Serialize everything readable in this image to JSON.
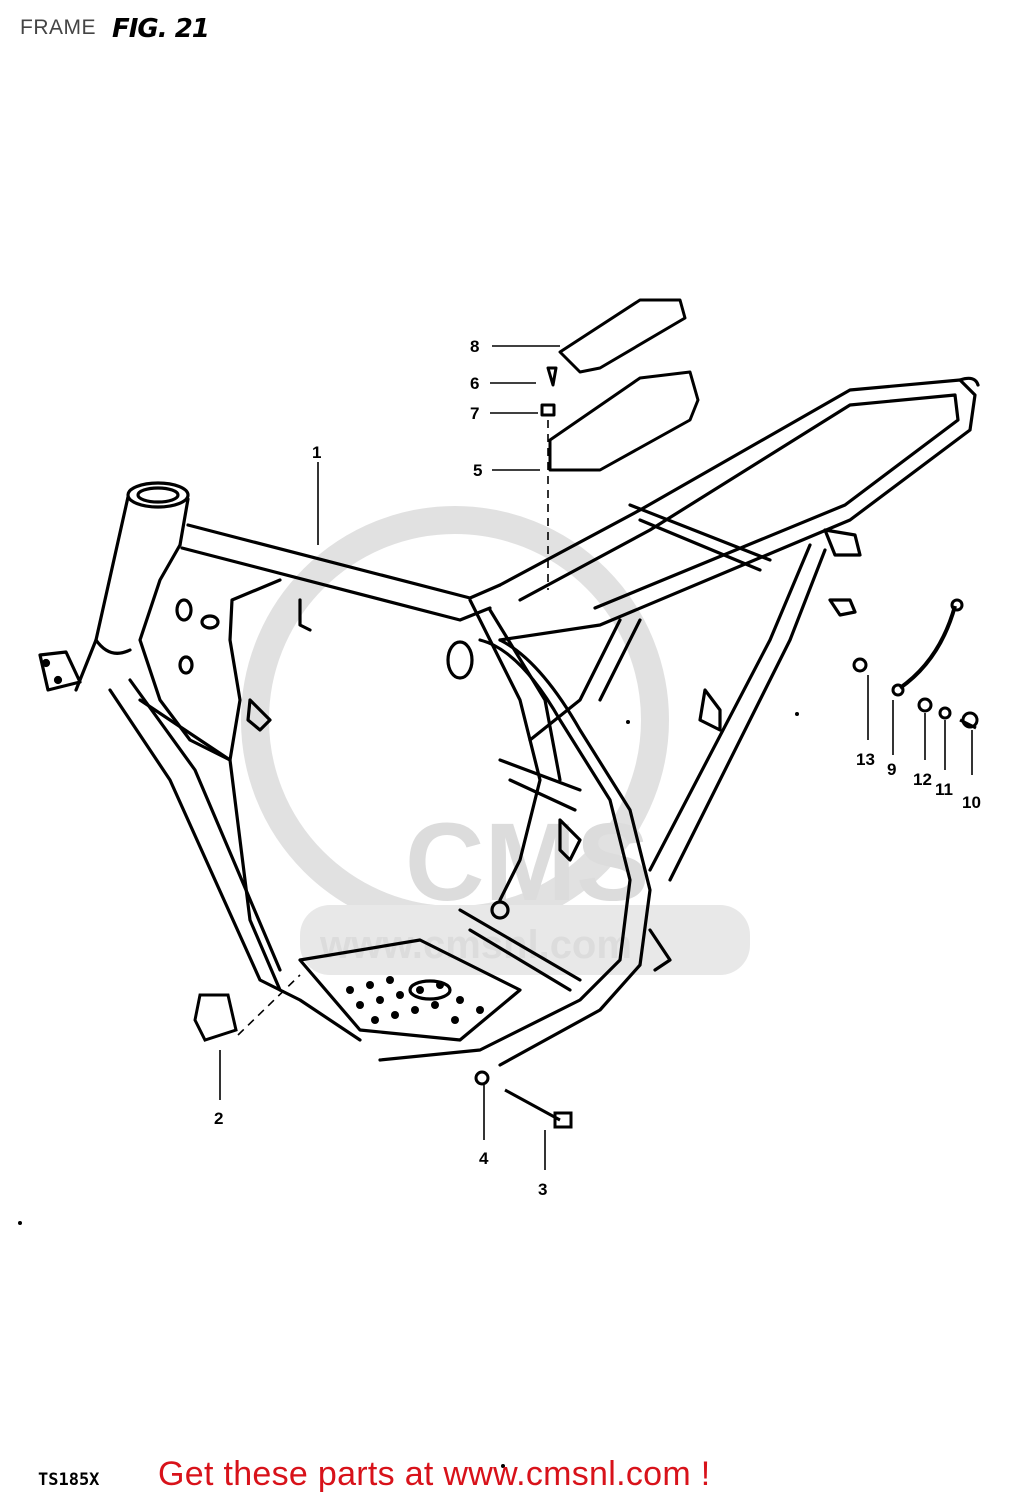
{
  "header": {
    "section": "FRAME",
    "figure": "FIG. 21"
  },
  "model_code": "TS185X",
  "watermark": {
    "text": "www.cmsnl.com",
    "logo": "CMS"
  },
  "callouts": [
    "1",
    "2",
    "3",
    "4",
    "5",
    "6",
    "7",
    "8",
    "9",
    "10",
    "11",
    "12",
    "13"
  ],
  "cta": {
    "text": "Get these parts at www.cmsnl.com !"
  },
  "colors": {
    "cta": "#d8121a",
    "line": "#000000",
    "watermark": "#d9d9d9"
  }
}
